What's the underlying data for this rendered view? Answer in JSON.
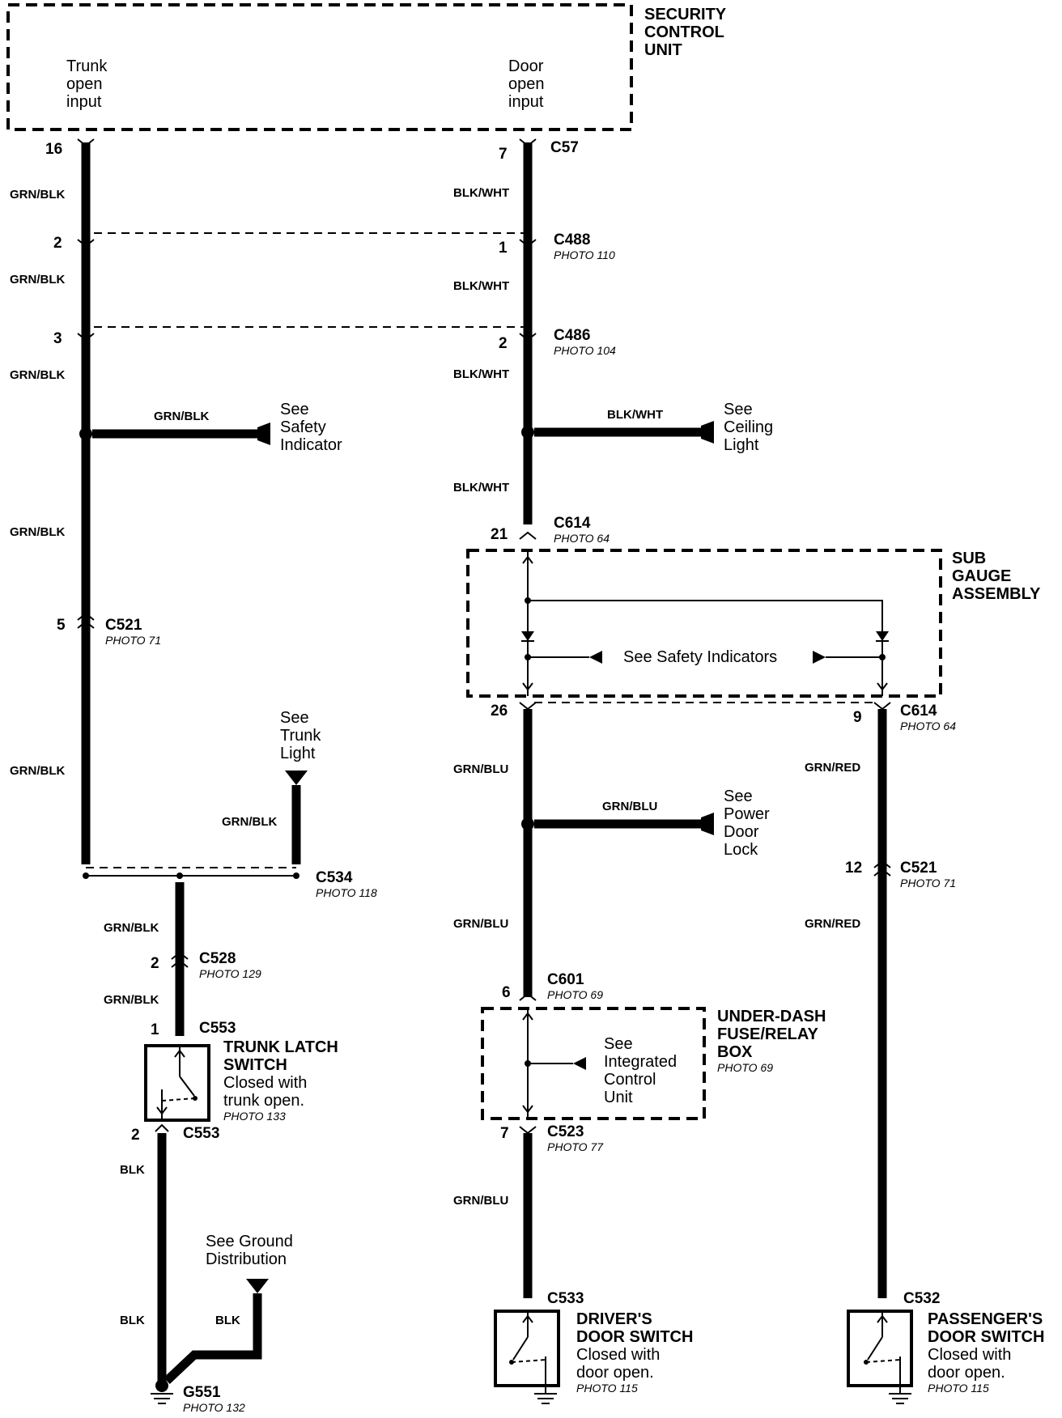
{
  "security_unit": {
    "title": [
      "SECURITY",
      "CONTROL",
      "UNIT"
    ],
    "trunk_input": [
      "Trunk",
      "open",
      "input"
    ],
    "door_input": [
      "Door",
      "open",
      "input"
    ]
  },
  "wires": {
    "grn_blk": "GRN/BLK",
    "blk_wht": "BLK/WHT",
    "grn_blu": "GRN/BLU",
    "grn_red": "GRN/RED",
    "blk": "BLK"
  },
  "connectors": {
    "c57": "C57",
    "c488": "C488",
    "c486": "C486",
    "c521": "C521",
    "c614": "C614",
    "c534": "C534",
    "c528": "C528",
    "c553": "C553",
    "c601": "C601",
    "c523": "C523",
    "c533": "C533",
    "c532": "C532",
    "g551": "G551"
  },
  "photos": {
    "p110": "PHOTO 110",
    "p104": "PHOTO 104",
    "p71": "PHOTO 71",
    "p64": "PHOTO 64",
    "p118": "PHOTO 118",
    "p129": "PHOTO 129",
    "p133": "PHOTO 133",
    "p132": "PHOTO 132",
    "p69": "PHOTO 69",
    "p77": "PHOTO 77",
    "p115": "PHOTO 115"
  },
  "pins": {
    "p16": "16",
    "p7": "7",
    "p2": "2",
    "p1": "1",
    "p3": "3",
    "p5": "5",
    "p21": "21",
    "p26": "26",
    "p9": "9",
    "p12": "12",
    "p6": "6"
  },
  "refs": {
    "safety_indicator": [
      "See",
      "Safety",
      "Indicator"
    ],
    "ceiling_light": [
      "See",
      "Ceiling",
      "Light"
    ],
    "trunk_light": [
      "See",
      "Trunk",
      "Light"
    ],
    "power_door_lock": [
      "See",
      "Power",
      "Door",
      "Lock"
    ],
    "safety_indicators": "See Safety Indicators",
    "integrated_control": [
      "See",
      "Integrated",
      "Control",
      "Unit"
    ],
    "ground_distribution": [
      "See Ground",
      "Distribution"
    ]
  },
  "components": {
    "sub_gauge": [
      "SUB",
      "GAUGE",
      "ASSEMBLY"
    ],
    "under_dash": [
      "UNDER-DASH",
      "FUSE/RELAY",
      "BOX"
    ],
    "trunk_switch": {
      "name": [
        "TRUNK LATCH",
        "SWITCH"
      ],
      "desc": [
        "Closed with",
        "trunk open."
      ]
    },
    "driver_switch": {
      "name": [
        "DRIVER'S",
        "DOOR SWITCH"
      ],
      "desc": [
        "Closed with",
        "door open."
      ]
    },
    "passenger_switch": {
      "name": [
        "PASSENGER'S",
        "DOOR SWITCH"
      ],
      "desc": [
        "Closed with",
        "door open."
      ]
    }
  }
}
